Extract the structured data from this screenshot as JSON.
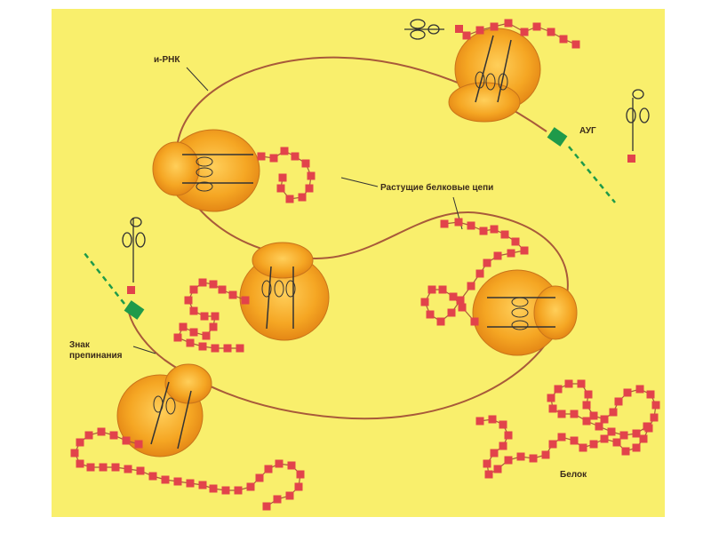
{
  "labels": {
    "mrna": "и-РНК",
    "start_codon": "АУГ",
    "growing_chains": "Растущие белковые цепи",
    "stop_sign": "Знак препинания",
    "protein": "Белок"
  },
  "colors": {
    "background": "#f9ef6c",
    "ribosome": "#f5a623",
    "ribosome_edge": "#c9741a",
    "mrna": "#a85a3a",
    "amino_acid": "#e2434b",
    "codon_box": "#1f9a4a",
    "dashed_strand": "#1f9a4a"
  }
}
